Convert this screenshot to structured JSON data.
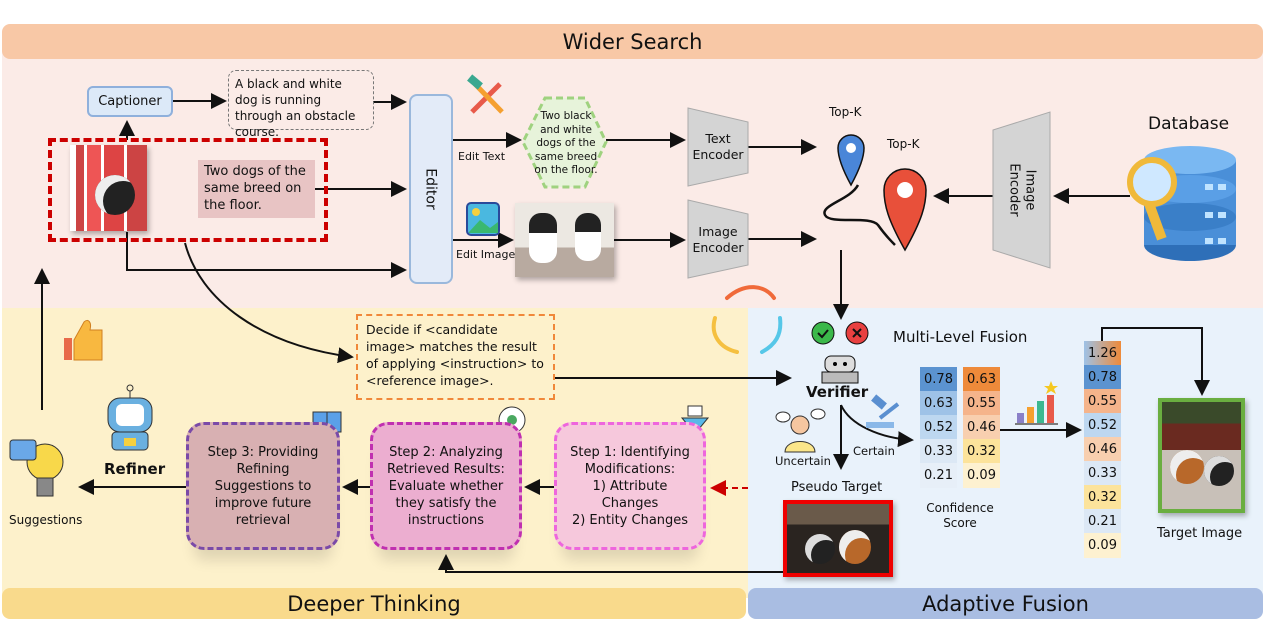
{
  "sections": {
    "wider_search": "Wider Search",
    "deeper_thinking": "Deeper Thinking",
    "adaptive_fusion": "Adaptive Fusion"
  },
  "colors": {
    "wider_banner": "#f8c8a6",
    "wider_bg": "#fbebe7",
    "deeper_banner": "#f9da8c",
    "deeper_bg": "#fdf1cb",
    "adaptive_banner": "#a9bde2",
    "adaptive_bg": "#e9f2fb"
  },
  "search": {
    "captioner": "Captioner",
    "caption": "A black and white dog is running through an obstacle course.",
    "instruction": "Two dogs of the same breed on the floor.",
    "editor": "Editor",
    "edit_text": "Edit Text",
    "edit_image": "Edit Image",
    "edited_caption": "Two black and white dogs of the same breed on the floor.",
    "text_encoder": "Text Encoder",
    "image_encoder": "Image Encoder",
    "topk_1": "Top-K",
    "topk_2": "Top-K",
    "db_image_encoder": "Image Encoder",
    "database": "Database"
  },
  "thinking": {
    "prompt": "Decide if <candidate image> matches the result of applying <instruction> to <reference image>.",
    "refiner": "Refiner",
    "suggestions": "Suggestions",
    "step3": "Step 3: Providing Refining Suggestions to improve future retrieval",
    "step2": "Step 2: Analyzing Retrieved Results: Evaluate whether they satisfy the instructions",
    "step1_title": "Step 1: Identifying Modifications:",
    "step1_a": "1) Attribute Changes",
    "step1_b": "2) Entity Changes"
  },
  "fusion": {
    "verifier": "Verifier",
    "uncertain": "Uncertain",
    "certain": "Certain",
    "pseudo_target": "Pseudo Target",
    "multi_level": "Multi-Level Fusion",
    "confidence_label": "Confidence Score",
    "target_image": "Target Image",
    "text_scores": [
      "0.78",
      "0.63",
      "0.52",
      "0.33",
      "0.21"
    ],
    "image_scores": [
      "0.63",
      "0.55",
      "0.46",
      "0.32",
      "0.09"
    ],
    "fused_scores": [
      "1.26",
      "0.78",
      "0.55",
      "0.52",
      "0.46",
      "0.33",
      "0.32",
      "0.21",
      "0.09"
    ],
    "text_colors": [
      "#5b93d0",
      "#9ec2e7",
      "#bdd7f0",
      "#dce8f5",
      "#e7eff8"
    ],
    "image_colors": [
      "#ee8a3a",
      "#f5b48b",
      "#f8cfaf",
      "#fce39b",
      "#fdf1d0"
    ],
    "fused_colors": [
      "linear-gradient(90deg,#9ec2e7,#ee8a3a)",
      "#5b93d0",
      "#f5b48b",
      "#bdd7f0",
      "#f8cfaf",
      "#dce8f5",
      "#fce39b",
      "#dce8f5",
      "#fdf1d0"
    ]
  }
}
